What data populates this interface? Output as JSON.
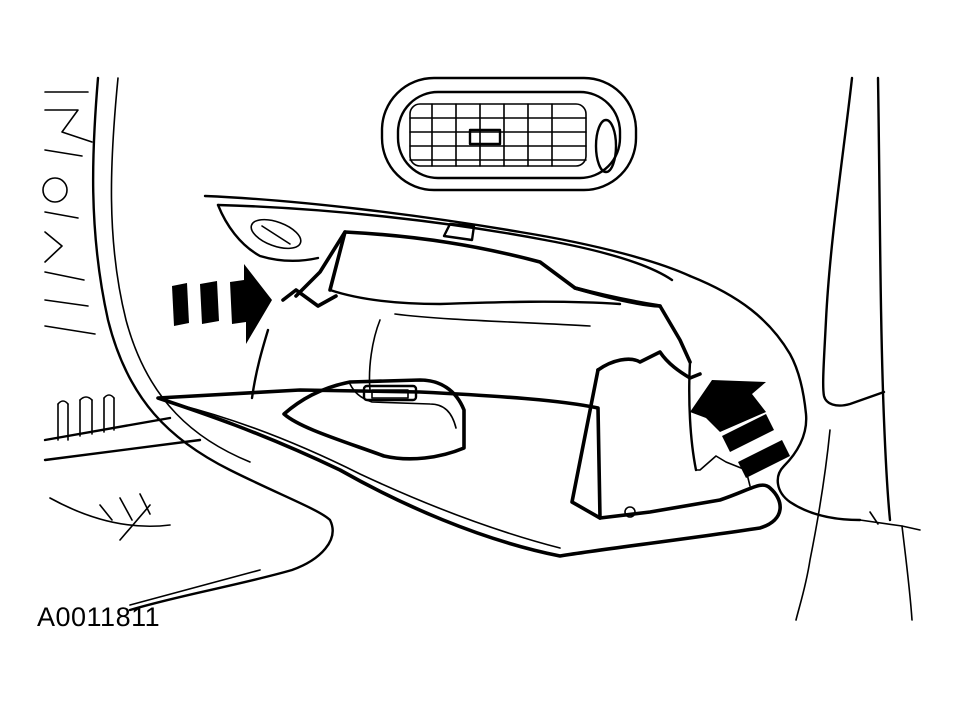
{
  "figure": {
    "id_label": "A0011811",
    "ink_color": "#000000",
    "background_color": "#ffffff",
    "arrow_color": "#000000",
    "callouts": [
      {
        "name": "left-release-arrow",
        "direction": "right",
        "segments": 3
      },
      {
        "name": "right-release-arrow",
        "direction": "up-left",
        "segments": 3
      }
    ]
  }
}
